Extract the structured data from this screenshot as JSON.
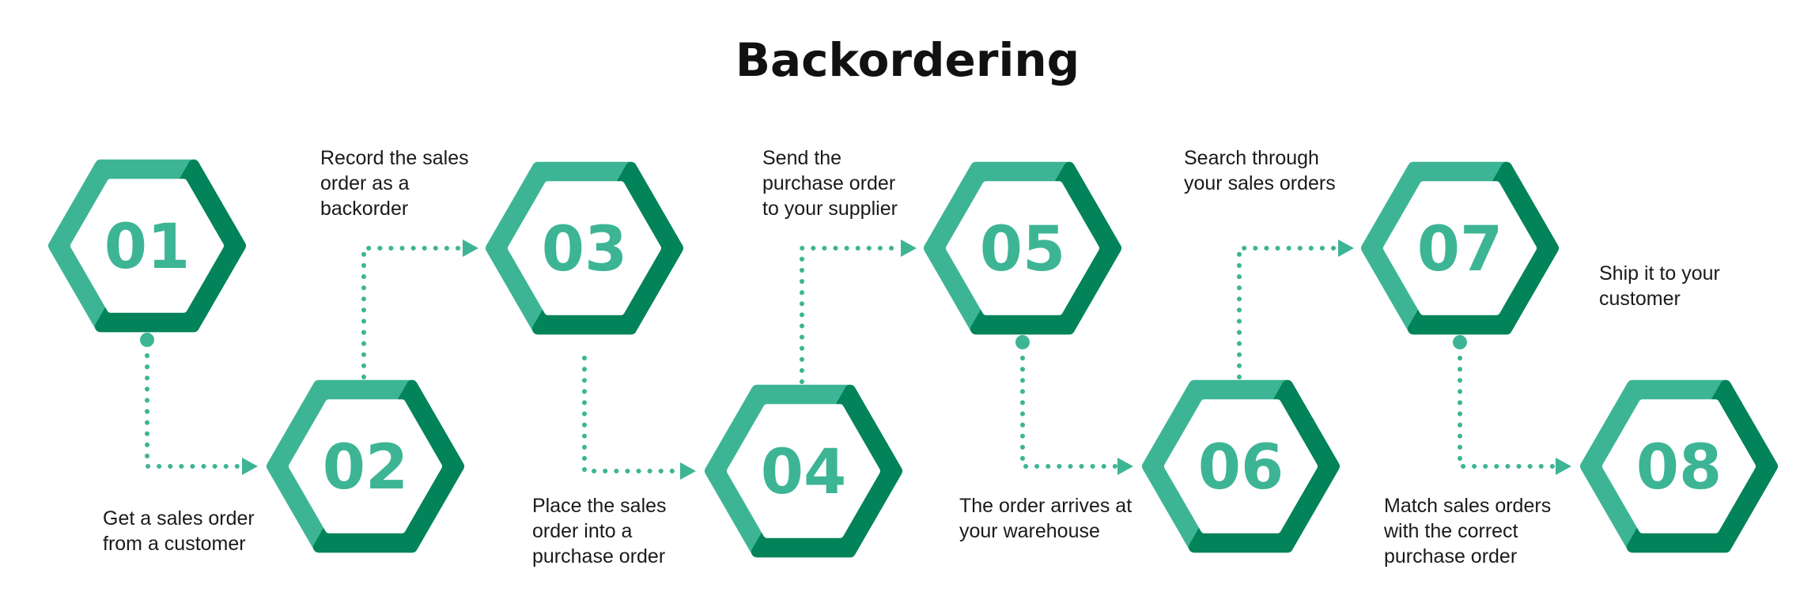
{
  "title": "Backordering",
  "colors": {
    "accent": "#3db595",
    "accent_dark": "#038359",
    "connector": "#3db595",
    "text": "#1a1a1a"
  },
  "steps": [
    {
      "number": "01",
      "label": "Get a sales order\nfrom a customer"
    },
    {
      "number": "02",
      "label": "Record the sales\norder as a\nbackorder"
    },
    {
      "number": "03",
      "label": "Place the sales\norder into a\npurchase order"
    },
    {
      "number": "04",
      "label": "Send the\npurchase order\nto your supplier"
    },
    {
      "number": "05",
      "label": "The order arrives at\nyour warehouse"
    },
    {
      "number": "06",
      "label": "Search through\nyour sales orders"
    },
    {
      "number": "07",
      "label": "Match sales orders\nwith the correct\npurchase order"
    },
    {
      "number": "08",
      "label": "Ship it to your\ncustomer"
    }
  ]
}
